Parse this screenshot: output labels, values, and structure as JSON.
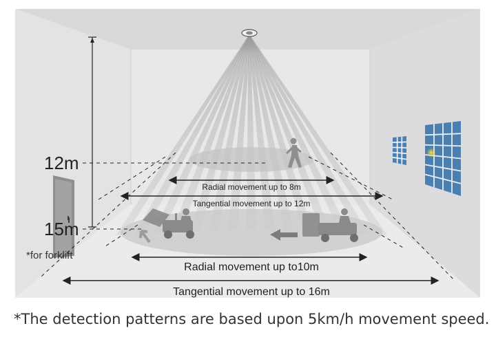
{
  "labels": {
    "height_12m": "12m",
    "height_15m": "15m",
    "forklift_note": "*for forklift",
    "radial_person": "Radial movement up to 8m",
    "tangential_person": "Tangential movement up to 12m",
    "radial_forklift": "Radial movement up to10m",
    "tangential_forklift": "Tangential movement up to 16m"
  },
  "footnote": "*The detection patterns are based upon 5km/h movement speed.",
  "colors": {
    "ceiling": "#d9d9db",
    "back_wall": "#e6e6e8",
    "right_wall": "#dedee0",
    "floor": "#e9e9eb",
    "window_blue": "#4a7fb0"
  }
}
